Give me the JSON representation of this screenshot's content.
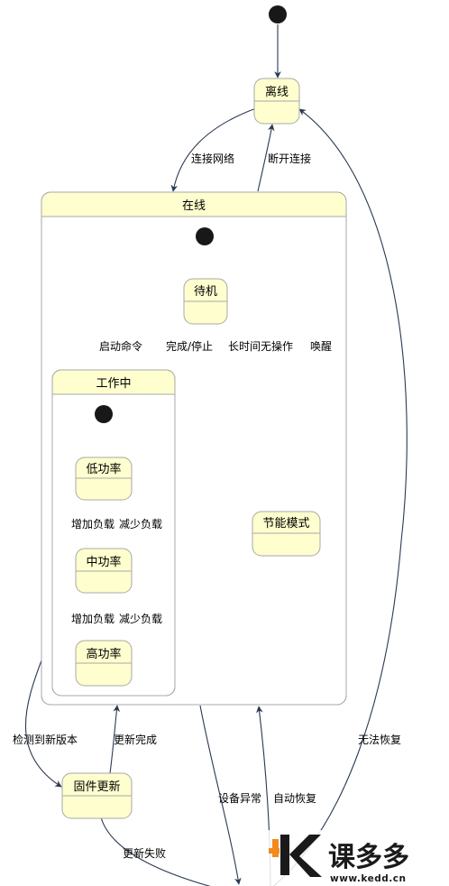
{
  "states": {
    "offline": "离线",
    "online": "在线",
    "standby": "待机",
    "working": "工作中",
    "low_power": "低功率",
    "mid_power": "中功率",
    "high_power": "高功率",
    "energy_saving": "节能模式",
    "firmware_update": "固件更新"
  },
  "transitions": {
    "connect_network": "连接网络",
    "disconnect": "断开连接",
    "start_command": "启动命令",
    "done_stop": "完成/停止",
    "idle_long": "长时间无操作",
    "wake_up": "唤醒",
    "increase_load_1": "增加负载",
    "decrease_load_1": "减少负载",
    "increase_load_2": "增加负载",
    "decrease_load_2": "减少负载",
    "new_version_detected": "检测到新版本",
    "update_done": "更新完成",
    "update_failed": "更新失败",
    "device_error": "设备异常",
    "auto_recover": "自动恢复",
    "unrecoverable": "无法恢复"
  },
  "watermark": {
    "brand": "课多多",
    "url": "www.kedd.cn"
  },
  "colors": {
    "state_fill": "#fefece",
    "state_border": "#a8a8a8",
    "edge": "#2a3a52",
    "watermark_accent": "#f28a1e"
  }
}
